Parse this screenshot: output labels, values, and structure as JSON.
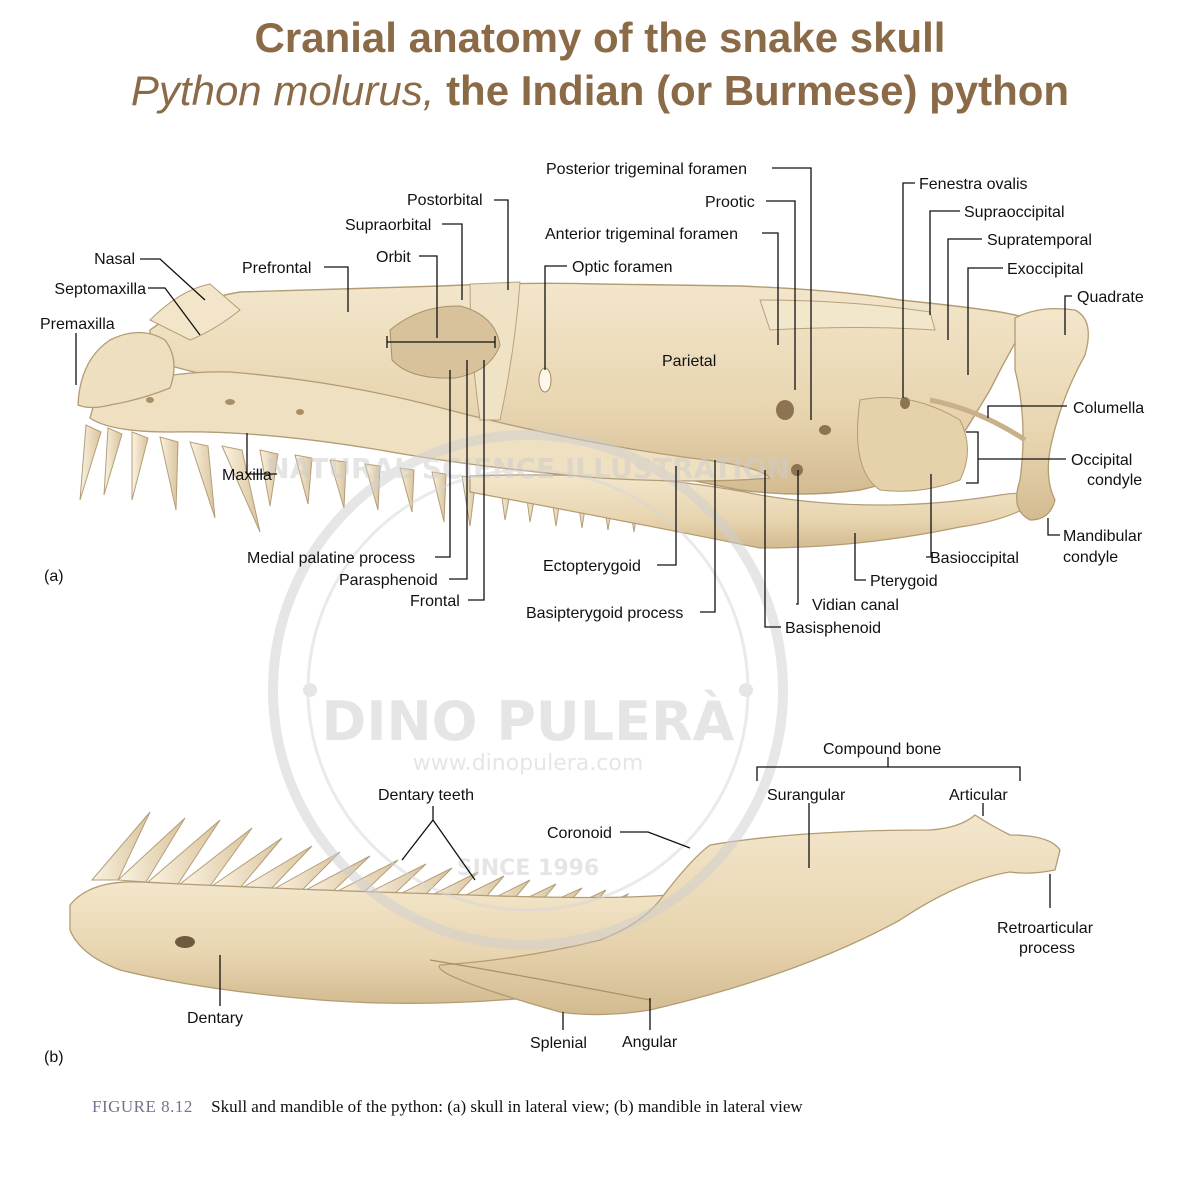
{
  "title": {
    "line1": "Cranial anatomy of the snake skull",
    "species": "Python molurus,",
    "rest": "the Indian (or Burmese) python"
  },
  "panels": {
    "a": "(a)",
    "b": "(b)"
  },
  "skull_labels": {
    "nasal": "Nasal",
    "septomaxilla": "Septomaxilla",
    "premaxilla": "Premaxilla",
    "prefrontal": "Prefrontal",
    "orbit": "Orbit",
    "supraorbital": "Supraorbital",
    "postorbital": "Postorbital",
    "optic_foramen": "Optic foramen",
    "anterior_trigeminal": "Anterior trigeminal foramen",
    "prootic": "Prootic",
    "posterior_trigeminal": "Posterior trigeminal foramen",
    "fenestra_ovalis": "Fenestra ovalis",
    "supraoccipital": "Supraoccipital",
    "supratemporal": "Supratemporal",
    "exoccipital": "Exoccipital",
    "quadrate": "Quadrate",
    "parietal": "Parietal",
    "columella": "Columella",
    "occipital_condyle_1": "Occipital",
    "occipital_condyle_2": "condyle",
    "mandibular_condyle_1": "Mandibular",
    "mandibular_condyle_2": "condyle",
    "maxilla": "Maxilla",
    "medial_palatine": "Medial palatine process",
    "parasphenoid": "Parasphenoid",
    "frontal": "Frontal",
    "ectopterygoid": "Ectopterygoid",
    "basipterygoid": "Basipterygoid process",
    "vidian_canal": "Vidian canal",
    "basisphenoid": "Basisphenoid",
    "pterygoid": "Pterygoid",
    "basioccipital": "Basioccipital"
  },
  "mandible_labels": {
    "compound_bone": "Compound bone",
    "surangular": "Surangular",
    "articular": "Articular",
    "dentary_teeth": "Dentary teeth",
    "coronoid": "Coronoid",
    "retroarticular_1": "Retroarticular",
    "retroarticular_2": "process",
    "dentary": "Dentary",
    "splenial": "Splenial",
    "angular": "Angular"
  },
  "watermark": {
    "name": "DINO PULERÀ",
    "url": "www.dinopulera.com",
    "since": "SINCE 1996",
    "ring_top": "NATURAL SCIENCE ILLUSTRATION"
  },
  "caption": {
    "figure": "FIGURE 8.12",
    "text": "Skull and mandible of the python: (a) skull in lateral view; (b) mandible in lateral view"
  },
  "colors": {
    "title": "#8b6a48",
    "bone": "#eddcbc",
    "bone_shade": "#cdb58c",
    "watermark": "#d4d4d4"
  }
}
